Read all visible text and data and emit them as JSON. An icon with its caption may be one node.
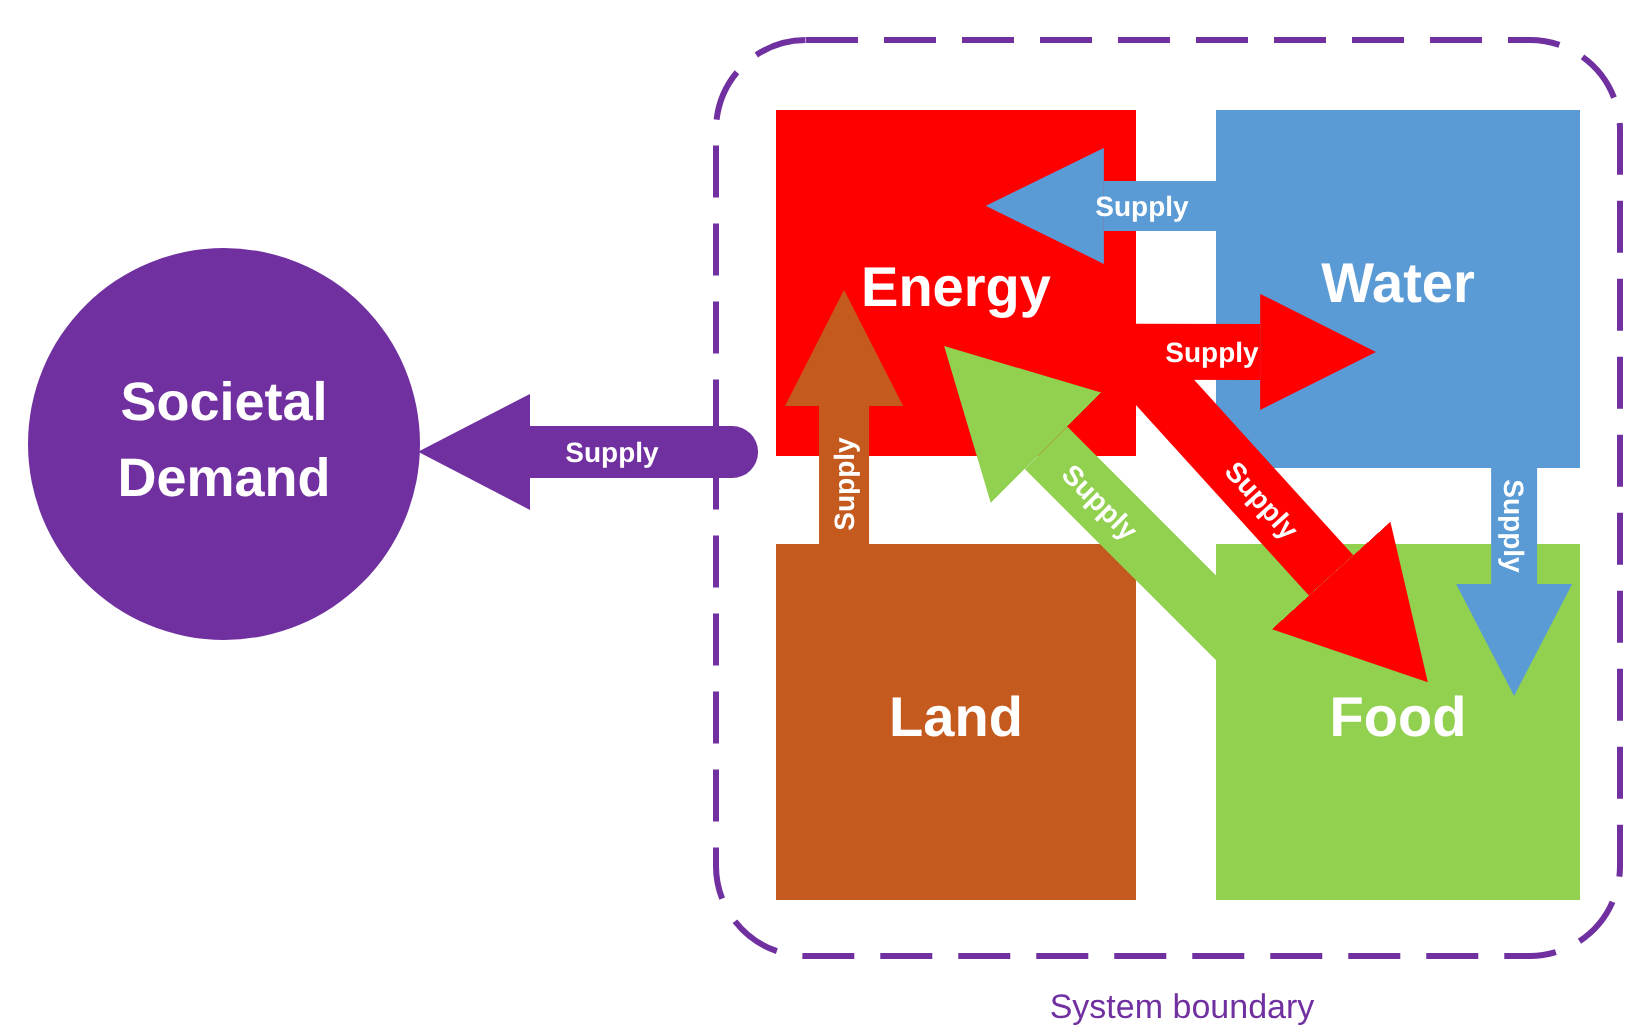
{
  "diagram": {
    "nodes": [
      {
        "text": [
          "System boundary"
        ]
      },
      {
        "text": [
          "Energy"
        ],
        "in": 0
      },
      {
        "text": [
          "Water"
        ],
        "in": 0
      },
      {
        "text": [
          "Land"
        ],
        "in": 0
      },
      {
        "text": [
          "Food"
        ],
        "in": 0
      },
      {
        "text": [
          "Societal Demand"
        ]
      }
    ],
    "edges": [
      {
        "from": 2,
        "to": 1,
        "arrow": "to",
        "label": "Supply",
        "color": "#5b9bd5"
      },
      {
        "from": 1,
        "to": 2,
        "arrow": "to",
        "label": "Supply",
        "color": "#ff0000"
      },
      {
        "from": 3,
        "to": 1,
        "arrow": "to",
        "label": "Supply",
        "color": "#c55a1e"
      },
      {
        "from": 4,
        "to": 1,
        "arrow": "to",
        "label": "Supply",
        "color": "#92d050"
      },
      {
        "from": 1,
        "to": 4,
        "arrow": "to",
        "label": "Supply",
        "color": "#ff0000"
      },
      {
        "from": 2,
        "to": 4,
        "arrow": "to",
        "label": "Supply",
        "color": "#5b9bd5"
      },
      {
        "from": 0,
        "to": 5,
        "arrow": "to",
        "label": "Supply",
        "color": "#7030a0"
      }
    ]
  }
}
